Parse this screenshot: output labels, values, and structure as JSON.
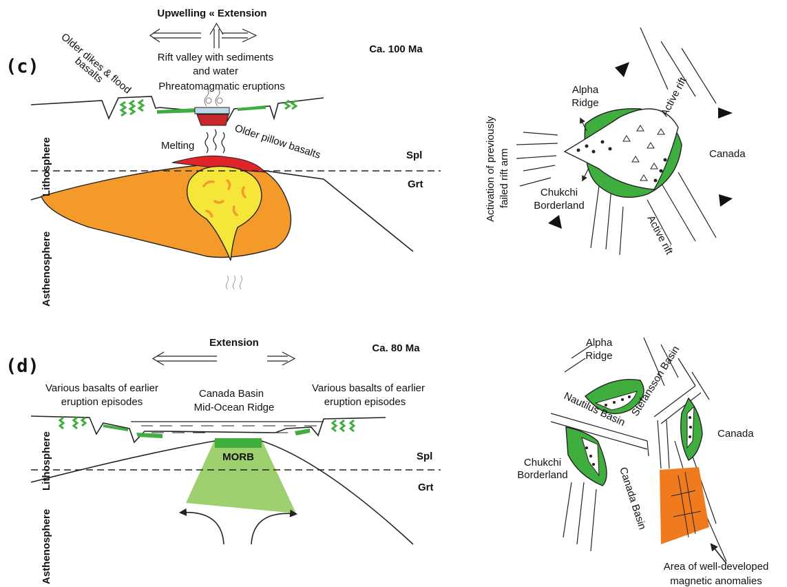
{
  "panel_c": {
    "letter": "(c)",
    "title": "Upwelling « Extension",
    "age": "Ca. 100 Ma",
    "rift_valley": [
      "Rift valley with sediments",
      "and water",
      "Phreatomagmatic eruptions"
    ],
    "older_dikes": [
      "Older dikes & flood",
      "basalts"
    ],
    "melting": "Melting",
    "pillow": "Older pillow basalts",
    "spl": "Spl",
    "grt": "Grt",
    "lithosphere": "Lithosphere",
    "asthenosphere": "Asthenosphere",
    "map": {
      "alpha_ridge": [
        "Alpha",
        "Ridge"
      ],
      "canada": "Canada",
      "chukchi": [
        "Chukchi",
        "Borderland"
      ],
      "activation": [
        "Activation of previously",
        "failed rift arm"
      ],
      "active_rift_top": "Active rift",
      "active_rift_bottom": "Active rift"
    }
  },
  "panel_d": {
    "letter": "(d)",
    "title": "Extension",
    "age": "Ca. 80 Ma",
    "basalts_left": [
      "Various basalts of earlier",
      "eruption episodes"
    ],
    "ridge": [
      "Canada Basin",
      "Mid-Ocean Ridge"
    ],
    "basalts_right": [
      "Various basalts of earlier",
      "eruption episodes"
    ],
    "morb": "MORB",
    "spl": "Spl",
    "grt": "Grt",
    "lithosphere": "Lithosphere",
    "asthenosphere": "Asthenosphere",
    "map": {
      "alpha_ridge": [
        "Alpha",
        "Ridge"
      ],
      "nautilus": "Nautilus Basin",
      "stefansson": "Stefansson Basin",
      "canada": "Canada",
      "chukchi": [
        "Chukchi",
        "Borderland"
      ],
      "canada_basin": "Canada Basin",
      "anomalies": [
        "Area of well-developed",
        "magnetic anomalies"
      ]
    }
  },
  "colors": {
    "basalt_green": "#3fae3f",
    "plume_orange": "#f39a2b",
    "melt_red": "#e0242a",
    "core_yellow": "#f7e63a",
    "morb_green": "#9fd070",
    "anomaly_orange": "#f07a1e"
  }
}
